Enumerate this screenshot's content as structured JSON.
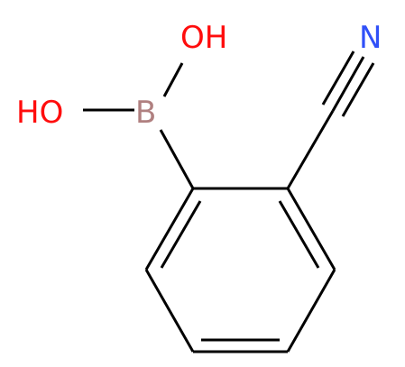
{
  "molecule": {
    "atoms": {
      "oh_top": {
        "text": "OH",
        "color": "#ff0d0d"
      },
      "oh_left": {
        "text": "HO",
        "color": "#ff0d0d"
      },
      "boron": {
        "text": "B",
        "color": "#b08080"
      },
      "nitrogen": {
        "text": "N",
        "color": "#3050f8"
      }
    },
    "bond_color": "#000000"
  }
}
